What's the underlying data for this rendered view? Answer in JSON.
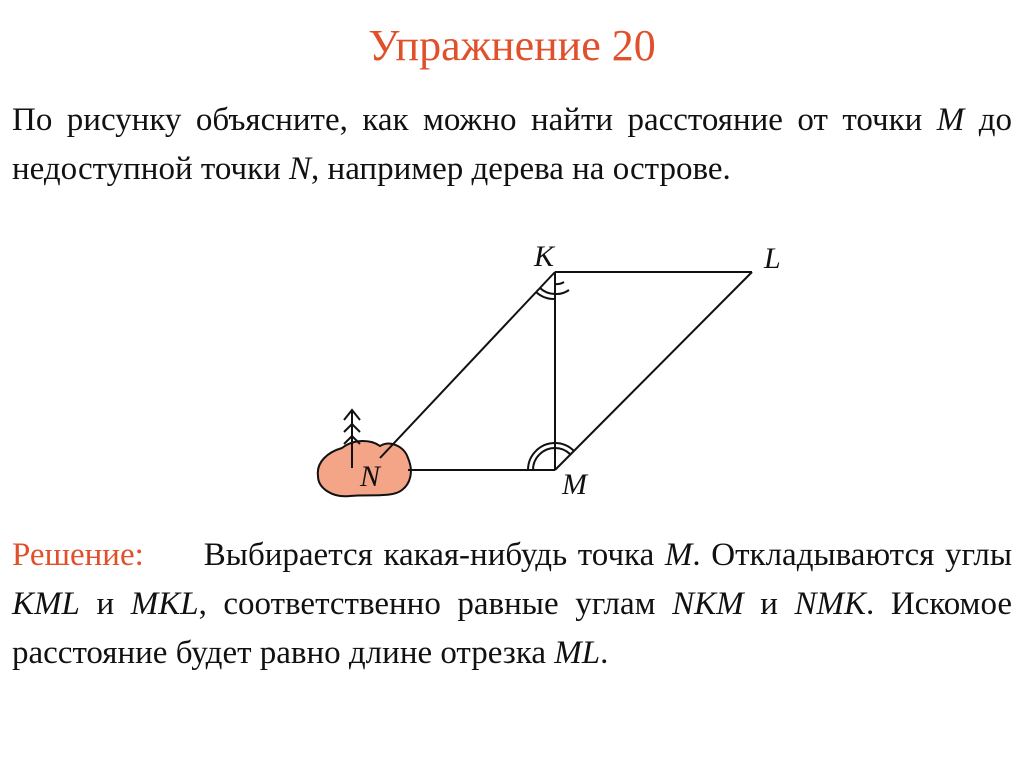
{
  "title": "Упражнение 20",
  "problem": {
    "p1": "По рисунку объясните, как можно найти расстояние от точки ",
    "m": "M",
    "p2": " до недоступной точки ",
    "n": "N",
    "p3": ", например дерева на острове."
  },
  "diagram": {
    "labels": {
      "K": "K",
      "L": "L",
      "M": "M",
      "N": "N"
    },
    "colors": {
      "island": "#f4a587",
      "stroke": "#111111"
    },
    "icons": {
      "tree": "tree-icon",
      "island": "island-shape"
    }
  },
  "solution": {
    "label": "Решение:",
    "s1": "Выбирается какая-нибудь точка ",
    "m": "M",
    "s2": ". Откладываются углы ",
    "kml": "KML",
    "s3": " и ",
    "mkl": "MKL",
    "s4": ", соответственно равные углам ",
    "nkm": "NKM",
    "s5": " и ",
    "nmk": "NMK",
    "s6": ". Искомое расстояние будет равно длине отрезка ",
    "ml": "ML",
    "s7": "."
  },
  "colors": {
    "accent": "#e0502a",
    "text": "#111111"
  }
}
